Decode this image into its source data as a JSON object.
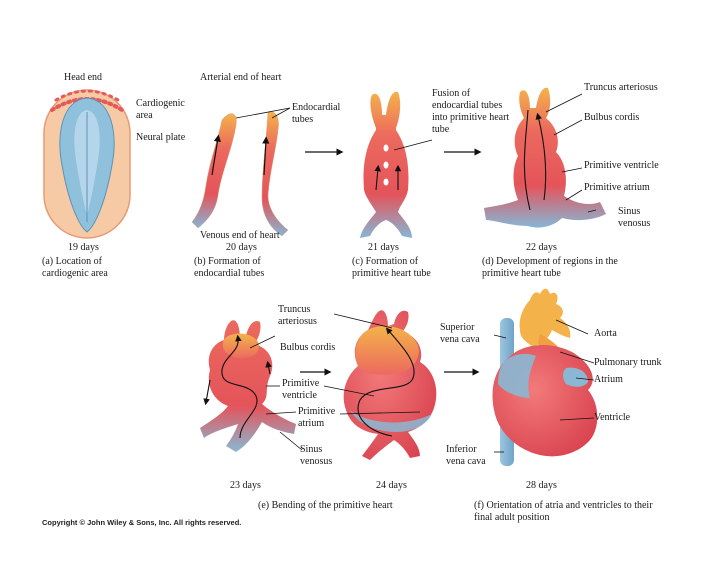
{
  "stage_a": {
    "head_end": "Head end",
    "cardiogenic_area": "Cardiogenic area",
    "neural_plate": "Neural plate",
    "days": "19 days",
    "caption": "(a) Location of cardiogenic area"
  },
  "stage_b": {
    "arterial_end": "Arterial end of heart",
    "endocardial_tubes": "Endocardial tubes",
    "venous_end": "Venous end of heart",
    "days": "20 days",
    "caption": "(b) Formation of endocardial tubes"
  },
  "stage_c": {
    "fusion_label": "Fusion of endocardial tubes into primitive heart tube",
    "days": "21 days",
    "caption": "(c) Formation of primitive heart tube"
  },
  "stage_d": {
    "truncus_arteriosus": "Truncus arteriosus",
    "bulbus_cordis": "Bulbus cordis",
    "primitive_ventricle": "Primitive ventricle",
    "primitive_atrium": "Primitive atrium",
    "sinus_venosus": "Sinus venosus",
    "days": "22 days",
    "caption": "(d) Development of regions in the primitive heart tube"
  },
  "stage_e": {
    "truncus_arteriosus": "Truncus arteriosus",
    "bulbus_cordis": "Bulbus cordis",
    "primitive_ventricle": "Primitive ventricle",
    "primitive_atrium": "Primitive atrium",
    "sinus_venosus": "Sinus venosus",
    "days_23": "23 days",
    "days_24": "24 days",
    "caption": "(e) Bending of the primitive heart"
  },
  "stage_f": {
    "superior_vena_cava": "Superior vena cava",
    "aorta": "Aorta",
    "pulmonary_trunk": "Pulmonary trunk",
    "atrium": "Atrium",
    "ventricle": "Ventricle",
    "inferior_vena_cava": "Inferior vena cava",
    "days": "28 days",
    "caption": "(f) Orientation of atria and ventricles to their final adult position"
  },
  "copyright": "Copyright © John Wiley & Sons, Inc. All rights reserved.",
  "colors": {
    "heart_red": "#e4545a",
    "vessel_blue": "#8ab8d4",
    "outflow_orange": "#f2a844"
  }
}
